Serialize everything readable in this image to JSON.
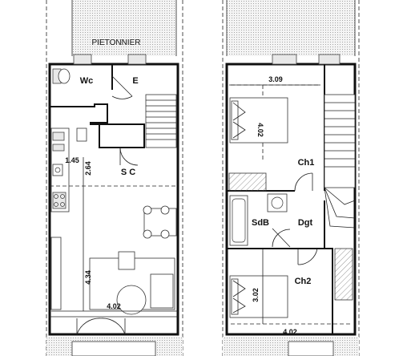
{
  "labels": {
    "pietonnier": "PIETONNIER",
    "wc": "Wc",
    "entry": "E",
    "sc": "S C",
    "ch1": "Ch1",
    "sdb": "SdB",
    "dgt": "Dgt",
    "ch2": "Ch2"
  },
  "dimensions": {
    "ground_width_1": "1.45",
    "ground_depth_1": "2.64",
    "ground_depth_2": "4.34",
    "ground_width_2": "4.02",
    "upper_width_1": "3.09",
    "upper_depth_1": "4.02",
    "upper_depth_2": "3.02",
    "upper_width_2": "4.02"
  }
}
